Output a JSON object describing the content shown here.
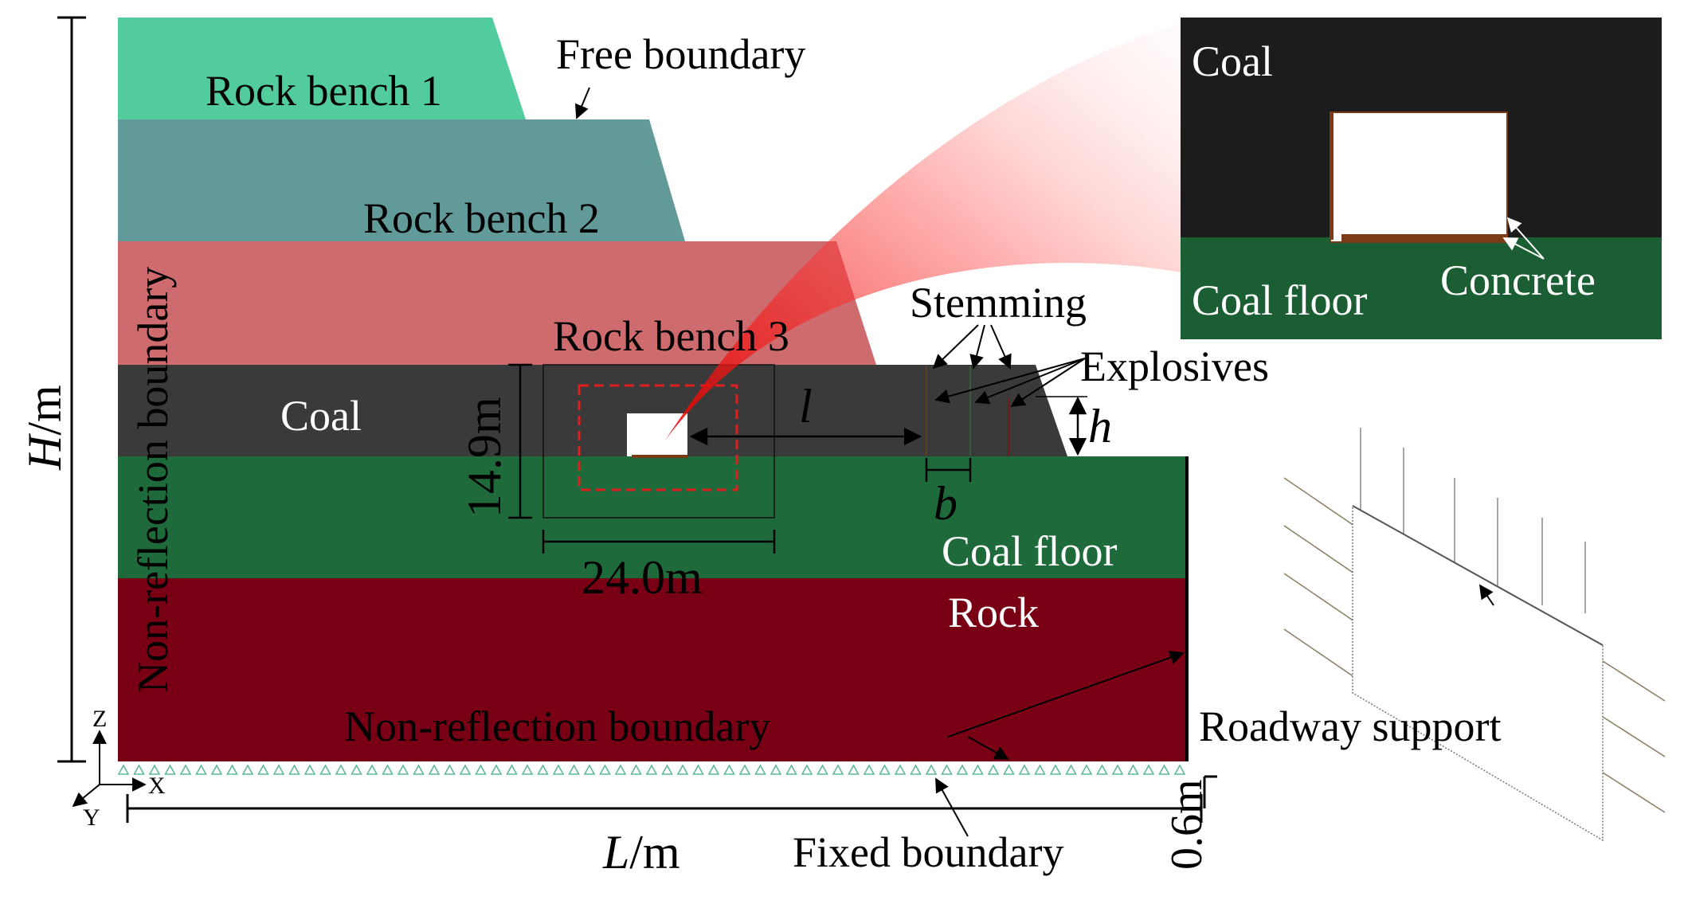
{
  "labels": {
    "free_boundary": "Free boundary",
    "rock_bench_1": "Rock bench 1",
    "rock_bench_2": "Rock bench 2",
    "rock_bench_3": "Rock bench 3",
    "coal": "Coal",
    "coal_floor": "Coal floor",
    "rock": "Rock",
    "non_reflection_boundary_side": "Non-reflection boundary",
    "non_reflection_boundary_bottom": "Non-reflection boundary",
    "fixed_boundary": "Fixed boundary",
    "stemming": "Stemming",
    "explosives": "Explosives",
    "dim_l": "l",
    "dim_h": "h",
    "dim_b": "b",
    "dim_14_9": "14.9m",
    "dim_24_0": "24.0m",
    "dim_0_6": "0.6m",
    "axis_H_var": "H",
    "axis_H_unit": "/m",
    "axis_L_var": "L",
    "axis_L_unit": "/m",
    "axis_z": "Z",
    "axis_x": "X",
    "axis_y": "Y",
    "inset_coal": "Coal",
    "inset_coal_floor": "Coal floor",
    "inset_concrete": "Concrete",
    "roadway_support": "Roadway support"
  },
  "colors": {
    "rock_bench_1": "#52cc9c",
    "rock_bench_2": "#629a9a",
    "rock_bench_3": "#cc6669",
    "coal": "#3a3a3a",
    "coal_floor": "#1e6a3a",
    "rock": "#790014",
    "inset_coal": "#1c1c1c",
    "inset_floor": "#1b5e34",
    "concrete": "#7a3b16",
    "highlight": "#ee2222"
  }
}
